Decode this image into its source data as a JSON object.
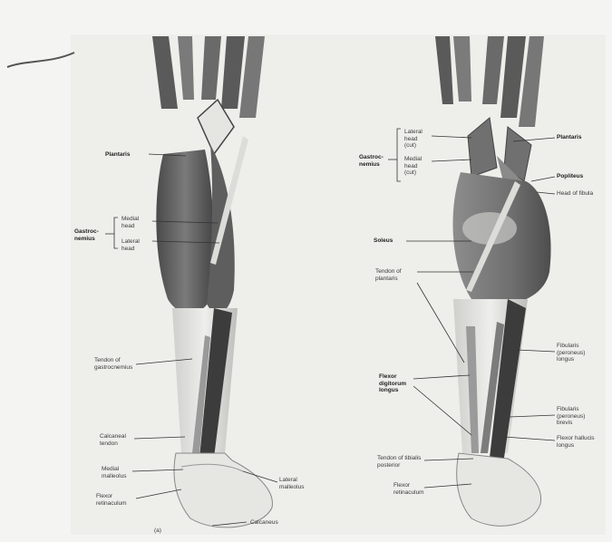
{
  "figure": {
    "panel_letter": "(a)",
    "left": {
      "plantaris": "Plantaris",
      "gastrocnemius": "Gastroc-\nnemius",
      "medial_head": "Medial\nhead",
      "lateral_head": "Lateral\nhead",
      "tendon_gastrocnemius": "Tendon of\ngastrocnemius",
      "calcaneal_tendon": "Calcaneal\ntendon",
      "medial_malleolus": "Medial\nmalleolus",
      "flexor_retinaculum": "Flexor\nretinaculum",
      "lateral_malleolus": "Lateral\nmalleolus",
      "calcaneus": "Calcaneus"
    },
    "right": {
      "gastrocnemius": "Gastroc-\nnemius",
      "lateral_head_cut": "Lateral\nhead\n(cut)",
      "medial_head_cut": "Medial\nhead\n(cut)",
      "plantaris": "Plantaris",
      "popliteus": "Popliteus",
      "head_of_fibula": "Head of fibula",
      "soleus": "Soleus",
      "tendon_plantaris": "Tendon of\nplantaris",
      "fibularis_longus": "Fibularis\n(peroneus)\nlongus",
      "flexor_digitorum_longus": "Flexor\ndigitorum\nlongus",
      "fibularis_brevis": "Fibularis\n(peroneus)\nbrevis",
      "flexor_hallucis_longus": "Flexor hallucis\nlongus",
      "tendon_tibialis_posterior": "Tendon of tibialis\nposterior",
      "flexor_retinaculum": "Flexor\nretinaculum"
    }
  },
  "colors": {
    "paper": "#f4f4f2",
    "muscle_dark": "#3f3f3f",
    "muscle_mid": "#6b6b6b",
    "tendon": "#d9d9d6",
    "skin": "#ececea",
    "leader": "#333333"
  }
}
